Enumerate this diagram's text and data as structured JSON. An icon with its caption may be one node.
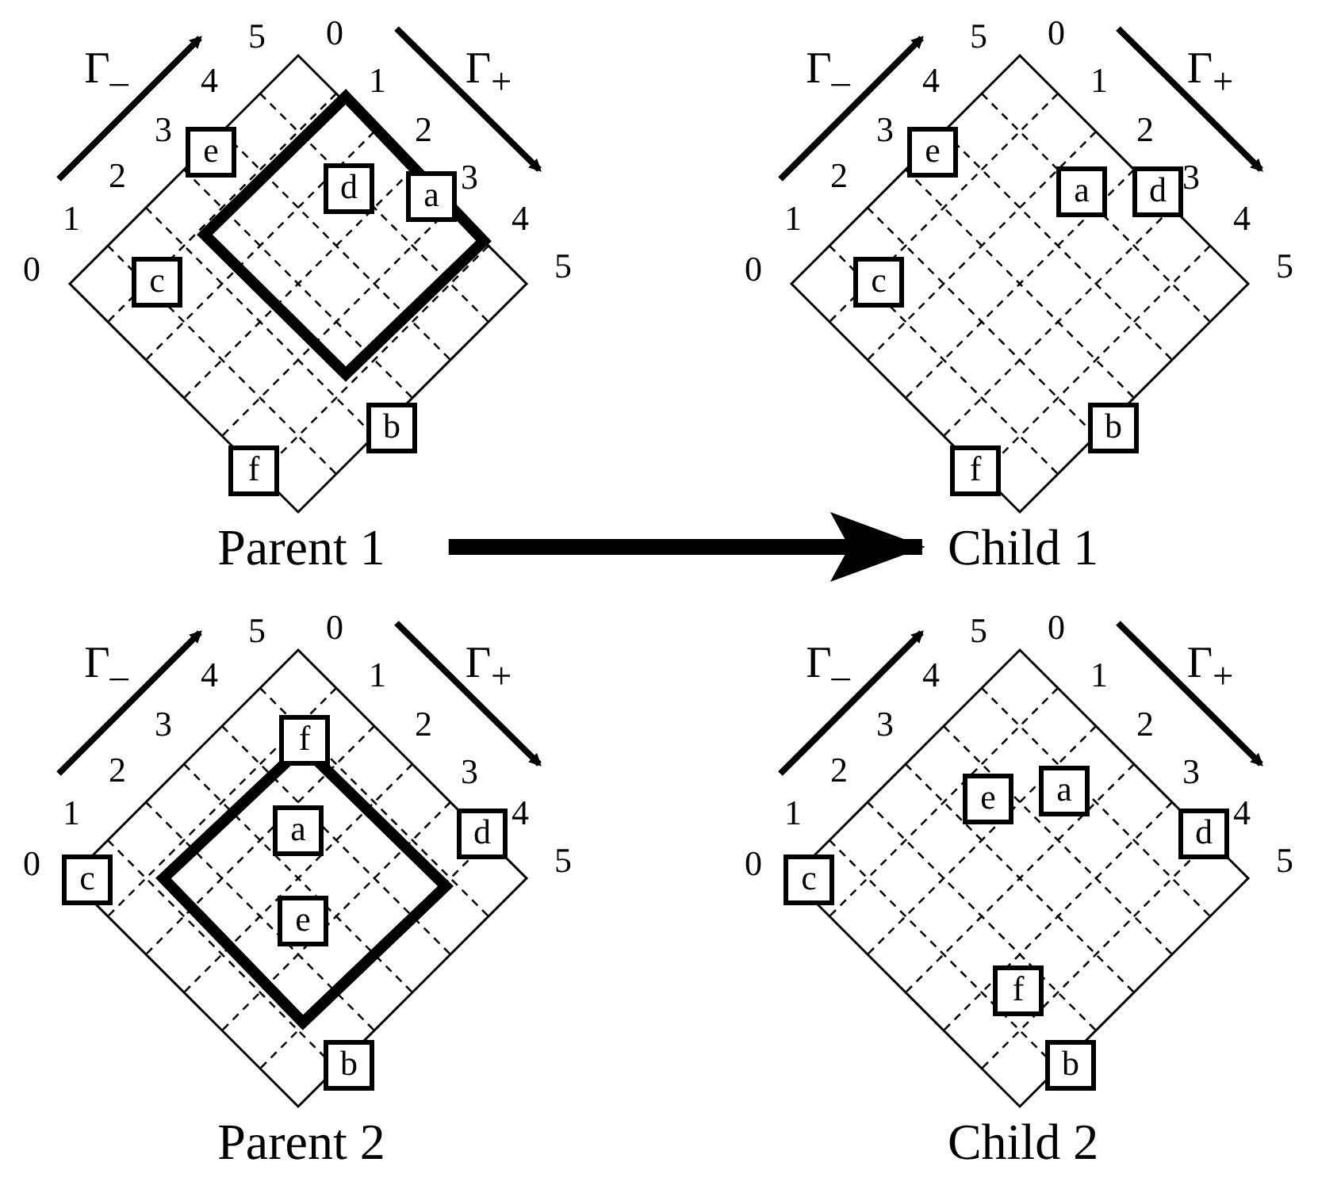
{
  "diagram": {
    "nodes": [
      {
        "text": [
          "Parent 1"
        ]
      },
      {
        "text": [],
        "shape": "diamond",
        "in": 0
      },
      {
        "text": [
          "e"
        ],
        "in": 0
      },
      {
        "text": [
          "d"
        ],
        "in": 1
      },
      {
        "text": [
          "a"
        ],
        "in": 1
      },
      {
        "text": [
          "c"
        ],
        "in": 0
      },
      {
        "text": [
          "b"
        ],
        "in": 0
      },
      {
        "text": [
          "f"
        ],
        "in": 0
      },
      {
        "text": [
          "Child 1"
        ]
      },
      {
        "text": [
          "e"
        ],
        "in": 8
      },
      {
        "text": [
          "a"
        ],
        "in": 8
      },
      {
        "text": [
          "d"
        ],
        "in": 8
      },
      {
        "text": [
          "c"
        ],
        "in": 8
      },
      {
        "text": [
          "b"
        ],
        "in": 8
      },
      {
        "text": [
          "f"
        ],
        "in": 8
      },
      {
        "text": [
          "Parent 2"
        ]
      },
      {
        "text": [],
        "shape": "diamond",
        "in": 15
      },
      {
        "text": [
          "f"
        ],
        "in": 15
      },
      {
        "text": [
          "a"
        ],
        "in": 16
      },
      {
        "text": [
          "d"
        ],
        "in": 15
      },
      {
        "text": [
          "c"
        ],
        "in": 15
      },
      {
        "text": [
          "e"
        ],
        "in": 16
      },
      {
        "text": [
          "b"
        ],
        "in": 15
      },
      {
        "text": [
          "Child 2"
        ]
      },
      {
        "text": [
          "e"
        ],
        "in": 23
      },
      {
        "text": [
          "a"
        ],
        "in": 23
      },
      {
        "text": [
          "d"
        ],
        "in": 23
      },
      {
        "text": [
          "c"
        ],
        "in": 23
      },
      {
        "text": [
          "f"
        ],
        "in": 23
      },
      {
        "text": [
          "b"
        ],
        "in": 23
      }
    ],
    "edges": [
      {
        "from": 0,
        "to": 8,
        "arrow": "to"
      }
    ],
    "labels": [
      "Γ$_{–}$",
      "Γ$_{+}$",
      "0",
      "1",
      "2",
      "3",
      "4",
      "5",
      "0",
      "1",
      "2",
      "3",
      "4",
      "5",
      "Γ$_{–}$",
      "Γ$_{+}$",
      "0",
      "1",
      "2",
      "3",
      "4",
      "5",
      "0",
      "1",
      "2",
      "3",
      "4",
      "5",
      "Γ$_{–}$",
      "Γ$_{+}$",
      "0",
      "1",
      "2",
      "3",
      "4",
      "5",
      "0",
      "1",
      "2",
      "3",
      "4",
      "5",
      "Γ$_{–}$",
      "Γ$_{+}$",
      "0",
      "1",
      "2",
      "3",
      "4",
      "5",
      "0",
      "1",
      "2",
      "3",
      "4",
      "5"
    ]
  }
}
